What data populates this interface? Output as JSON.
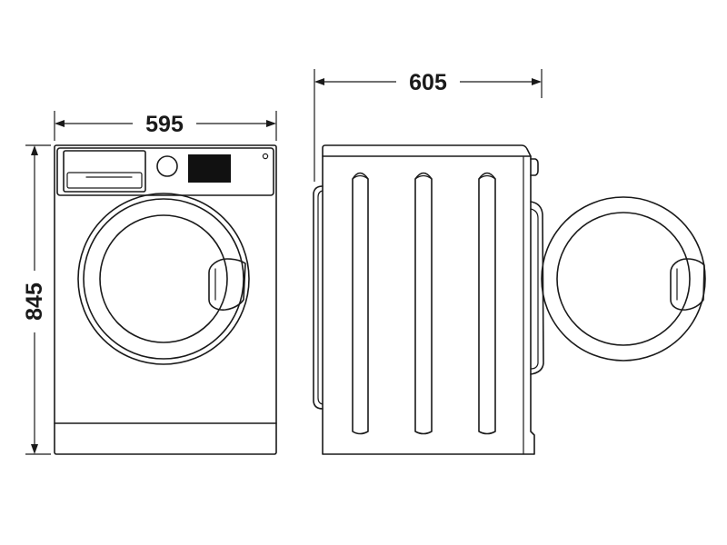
{
  "dimensions": {
    "width": "595",
    "depth": "605",
    "height": "845"
  },
  "views": {
    "front": "front-view",
    "side": "side-view"
  },
  "colors": {
    "line": "#1a1a1a",
    "display": "#111111",
    "background": "#ffffff"
  }
}
